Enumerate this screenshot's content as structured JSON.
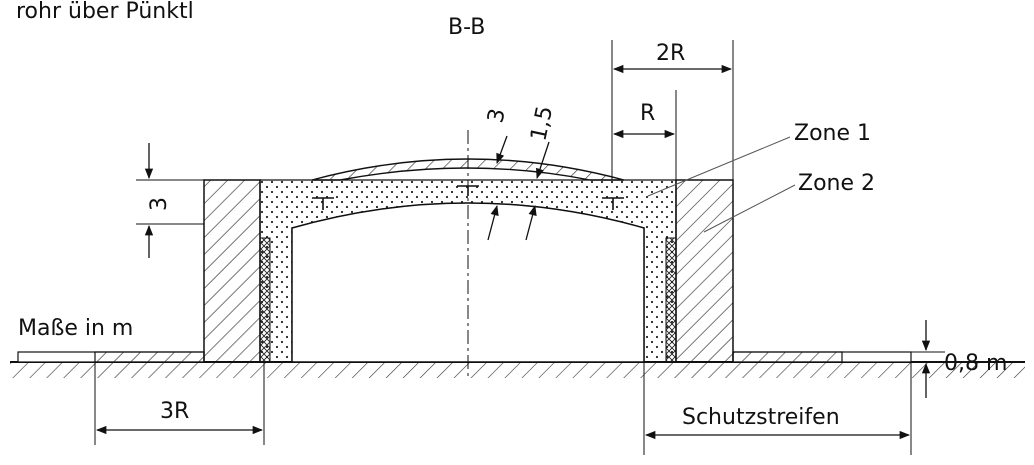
{
  "header_text": "rohr über Pünktl",
  "section_label": "B-B",
  "dimensions": {
    "top_width": "2R",
    "inner_width": "R",
    "cover_thickness": "3",
    "inner_thickness": "1,5",
    "wall_height": "3",
    "left_base": "3R",
    "ground_height": "0,8 m"
  },
  "zones": {
    "zone1": "Zone 1",
    "zone2": "Zone 2"
  },
  "units_note": "Maße in m",
  "strip_label": "Schutzstreifen"
}
